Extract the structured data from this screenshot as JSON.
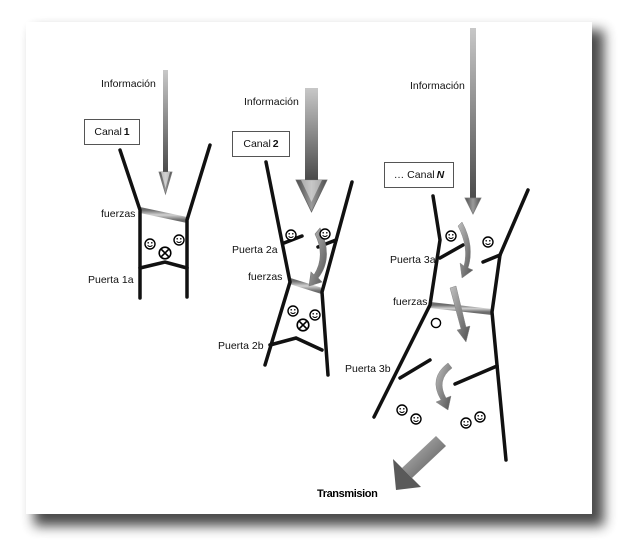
{
  "labels": {
    "info1": "Información",
    "info2": "Información",
    "info3": "Información",
    "fuerzas1": "fuerzas",
    "fuerzas2": "fuerzas",
    "fuerzas3": "fuerzas",
    "puerta1a": "Puerta 1a",
    "puerta2a": "Puerta 2a",
    "puerta2b": "Puerta 2b",
    "puerta3a": "Puerta 3a",
    "puerta3b": "Puerta 3b",
    "transmision": "Transmision"
  },
  "canales": [
    {
      "prefix": "Canal",
      "num": "1"
    },
    {
      "prefix": "Canal",
      "num": "2"
    },
    {
      "prefix": "… Canal",
      "num": "N"
    }
  ],
  "icons": [
    "smiley-icon",
    "cross-circle-icon",
    "empty-circle-icon",
    "curved-arrow-icon",
    "down-arrow-icon"
  ],
  "colors": {
    "arrow_dark": "#555555",
    "arrow_light": "#b5b5b5",
    "channel_wall": "#111111",
    "force_band": "#9a9a9a"
  }
}
